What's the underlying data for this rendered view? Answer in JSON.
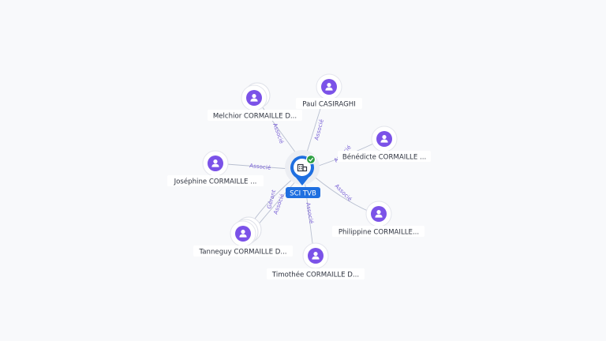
{
  "colors": {
    "person": "#7b52e8",
    "company": "#1f6fe0",
    "verified": "#2ea043",
    "edge": "#b8bfd0",
    "edge_label": "#7a62d6"
  },
  "center": {
    "label": "SCI TVB",
    "icon": "building-icon",
    "badge_icon": "check-icon"
  },
  "nodes": [
    {
      "id": "paul",
      "label": "Paul CASIRAGHI",
      "icon": "person-icon"
    },
    {
      "id": "melchior",
      "label": "Melchior CORMAILLE D...",
      "icon": "person-icon"
    },
    {
      "id": "benedicte",
      "label": "Bénédicte CORMAILLE ...",
      "icon": "person-icon"
    },
    {
      "id": "josephine",
      "label": "Joséphine CORMAILLE ...",
      "icon": "person-icon"
    },
    {
      "id": "philippine",
      "label": "Philippine CORMAILLE...",
      "icon": "person-icon"
    },
    {
      "id": "tanneguy",
      "label": "Tanneguy CORMAILLE D...",
      "icon": "person-icon"
    },
    {
      "id": "timothee",
      "label": "Timothée CORMAILLE D...",
      "icon": "person-icon"
    }
  ],
  "edges": [
    {
      "to": "paul",
      "label": "Associé"
    },
    {
      "to": "melchior",
      "label": "Associé"
    },
    {
      "to": "benedicte",
      "label": "Associé"
    },
    {
      "to": "josephine",
      "label": "Associé"
    },
    {
      "to": "philippine",
      "label": "Associé"
    },
    {
      "to": "tanneguy",
      "label": "Gérant"
    },
    {
      "to": "tanneguy",
      "label": "Associé"
    },
    {
      "to": "timothee",
      "label": "Associé"
    }
  ]
}
